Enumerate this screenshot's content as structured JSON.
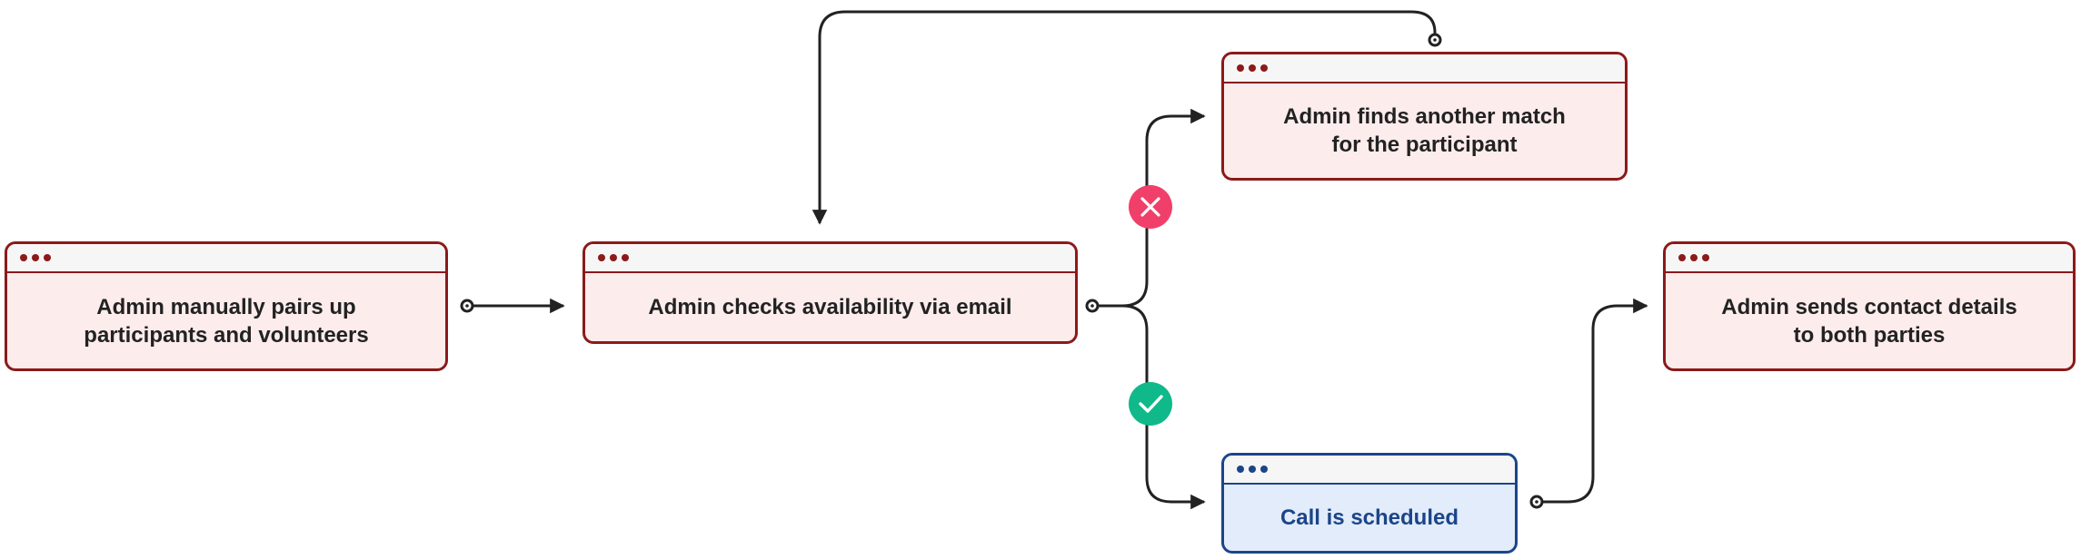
{
  "diagram": {
    "nodes": [
      {
        "id": "pair",
        "label": "Admin manually pairs up\nparticipants and volunteers",
        "style": "red"
      },
      {
        "id": "check",
        "label": "Admin checks availability via email",
        "style": "red"
      },
      {
        "id": "rematch",
        "label": "Admin finds another match\nfor the participant",
        "style": "red"
      },
      {
        "id": "scheduled",
        "label": "Call is scheduled",
        "style": "blue"
      },
      {
        "id": "contact",
        "label": "Admin sends contact details\nto both parties",
        "style": "red"
      }
    ],
    "edges": [
      {
        "from": "pair",
        "to": "check"
      },
      {
        "from": "check",
        "to": "rematch",
        "outcome": "fail"
      },
      {
        "from": "check",
        "to": "scheduled",
        "outcome": "success"
      },
      {
        "from": "rematch",
        "to": "check",
        "kind": "loop-back"
      },
      {
        "from": "scheduled",
        "to": "contact"
      }
    ],
    "outcome_icons": {
      "fail": "close-icon",
      "success": "check-icon"
    }
  },
  "colors": {
    "node_border": "#8b1a1a",
    "node_fill": "#fdecec",
    "node_header": "#f6f6f6",
    "highlight_border": "#1a4589",
    "highlight_fill": "#e3ecfa",
    "connector": "#222222",
    "fail": "#f0406a",
    "success": "#10b98a"
  }
}
